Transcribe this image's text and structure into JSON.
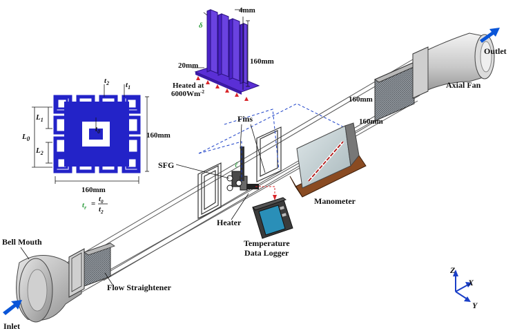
{
  "labels": {
    "outlet": "Outlet",
    "axial_fan": "Axial Fan",
    "fins": "Fins",
    "heated_line1": "Heated at",
    "heated_line2": "6000Wm",
    "heated_exp": "-2",
    "sfg": "SFG",
    "manometer": "Manometer",
    "heater": "Heater",
    "temp_line1": "Temperature",
    "temp_line2": "Data Logger",
    "bell_mouth": "Bell Mouth",
    "flow_straightener": "Flow Straightener",
    "inlet": "Inlet"
  },
  "fin_dims": {
    "delta": "δ",
    "thickness": "4mm",
    "height": "160mm",
    "base": "20mm"
  },
  "duct_dims": {
    "width": "160mm",
    "height": "160mm"
  },
  "pattern_dims": {
    "t2": "t",
    "t2_sub": "2",
    "t1": "t",
    "t1_sub": "1",
    "t0": "t",
    "t0_sub": "0",
    "L1": "L",
    "L1_sub": "1",
    "L0": "L",
    "L0_sub": "0",
    "L2": "L",
    "L2_sub": "2",
    "side": "160mm",
    "bottom": "160mm",
    "tr_lhs": "t",
    "tr_lhs_sub": "r",
    "tr_num": "t",
    "tr_num_sub": "0",
    "tr_den": "t",
    "tr_den_sub": "2"
  },
  "spacing_label": "ℓ",
  "axes": {
    "z": "Z",
    "x": "X",
    "y": "Y"
  },
  "colors": {
    "pattern_blue": "#2323c8",
    "fin_purple": "#5a2fd6",
    "arrow_blue": "#0a55d8",
    "heat_red": "#d8262a",
    "manometer_wood": "#8a4b22",
    "label_green": "#2e9e3e"
  }
}
